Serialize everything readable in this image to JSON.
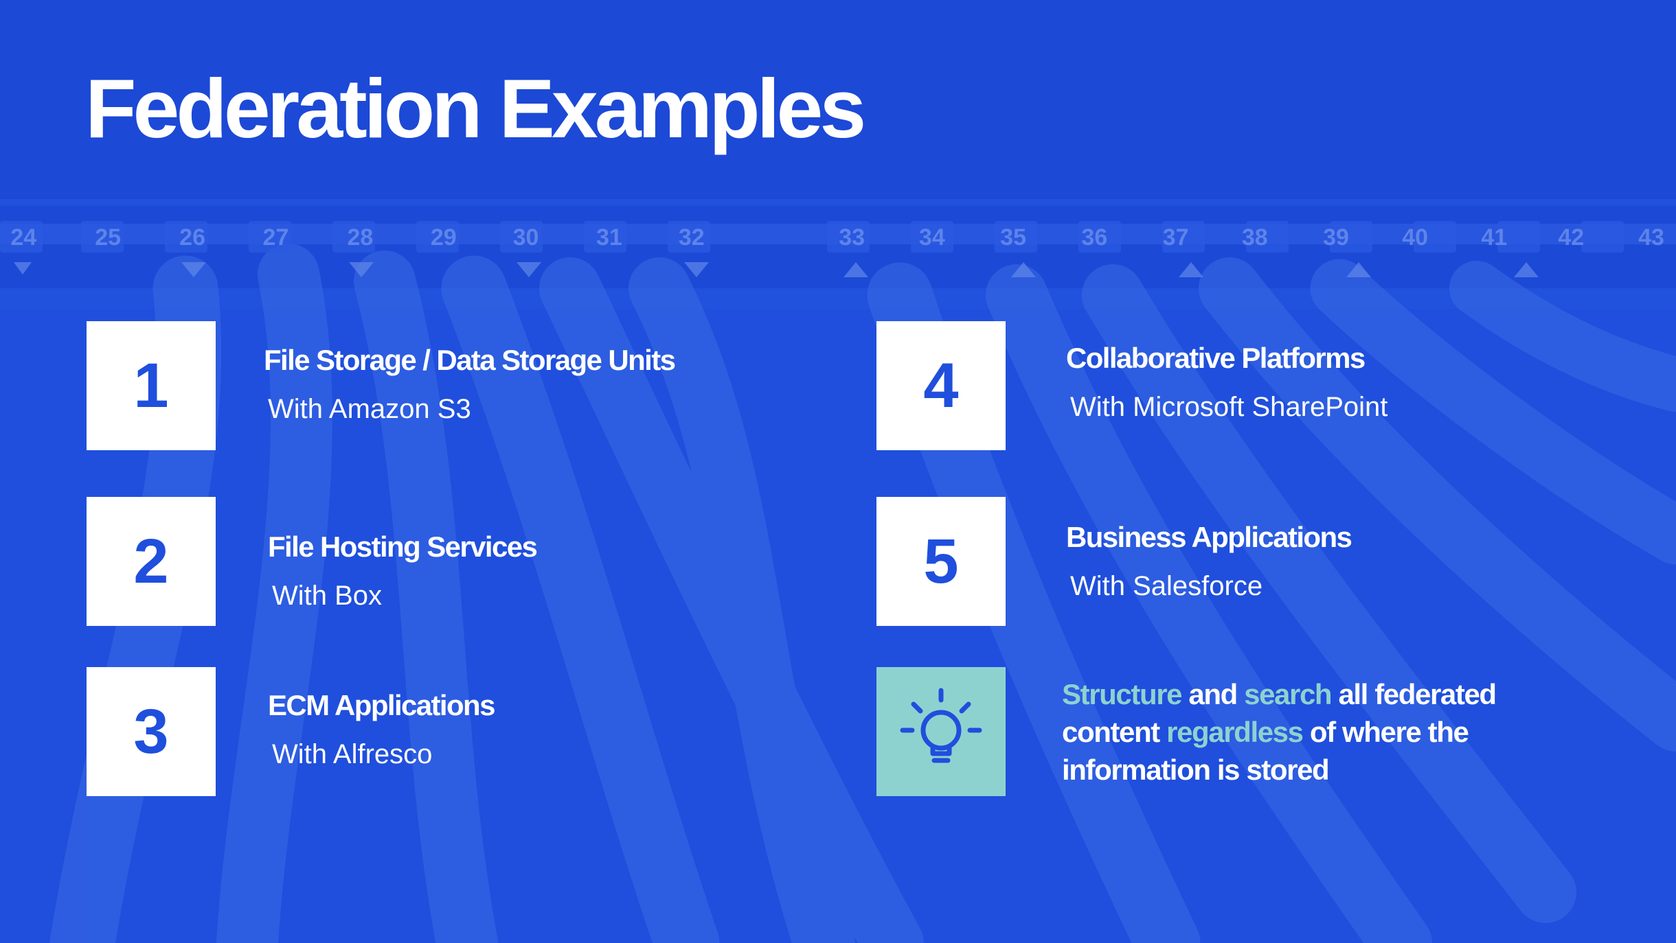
{
  "title": "Federation Examples",
  "items": [
    {
      "number": "1",
      "title": "File Storage / Data Storage Units",
      "subtitle": "With Amazon S3"
    },
    {
      "number": "2",
      "title": "File Hosting Services",
      "subtitle": "With Box"
    },
    {
      "number": "3",
      "title": "ECM Applications",
      "subtitle": "With Alfresco"
    },
    {
      "number": "4",
      "title": "Collaborative Platforms",
      "subtitle": "With Microsoft SharePoint"
    },
    {
      "number": "5",
      "title": "Business Applications",
      "subtitle": "With Salesforce"
    }
  ],
  "callout": {
    "icon": "lightbulb-icon",
    "parts": [
      "Structure",
      " and ",
      "search",
      " all federated content ",
      "regardless",
      " of where the information is stored"
    ]
  },
  "background": {
    "description_icon": "patch-panel-cables",
    "port_numbers": [
      "24",
      "25",
      "26",
      "27",
      "28",
      "29",
      "30",
      "31",
      "32",
      "33",
      "34",
      "35",
      "36",
      "37",
      "38",
      "39",
      "40",
      "41",
      "42",
      "43"
    ]
  },
  "colors": {
    "background": "#1f4fdc",
    "number_text": "#1f4fdc",
    "accent": "#8ed2d0",
    "text": "#ffffff"
  }
}
